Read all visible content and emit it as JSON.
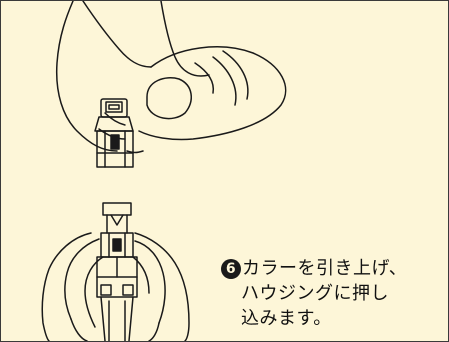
{
  "caption": {
    "step_number": "6",
    "line1": "カラーを引き上げ、",
    "line2": "ハウジングに押し",
    "line3": "込みます。"
  }
}
